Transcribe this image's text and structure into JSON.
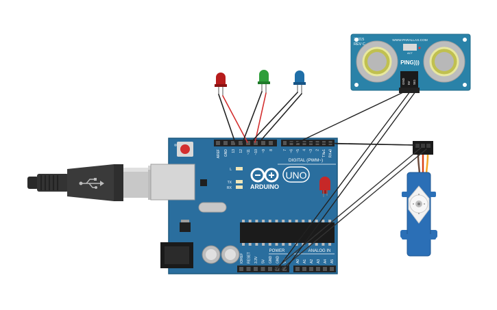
{
  "arduino": {
    "brand": "ARDUINO",
    "model": "UNO",
    "digital_label": "DIGITAL (PWM~)",
    "power_label": "POWER",
    "analog_label": "ANALOG IN",
    "digital_pins_left": [
      "AREF",
      "GND",
      "13",
      "12",
      "~11",
      "~10",
      "~9",
      "8"
    ],
    "digital_pins_right": [
      "7",
      "~6",
      "~5",
      "4",
      "~3",
      "2",
      "TX▸1",
      "RX◂0"
    ],
    "power_pins": [
      "IOREF",
      "RESET",
      "3.3V",
      "5V",
      "GND",
      "GND",
      "Vin"
    ],
    "analog_pins": [
      "A0",
      "A1",
      "A2",
      "A3",
      "A4",
      "A5"
    ],
    "led_labels": [
      "L",
      "TX",
      "RX"
    ],
    "colors": {
      "board": "#2a6e9e",
      "board_edge": "#1d587f",
      "header": "#222222",
      "chip": "#1b1b1b"
    }
  },
  "ping_sensor": {
    "model": "28015",
    "rev": "REV C",
    "url": "WWW.PARALLAX.COM",
    "brand": "PING)))",
    "act_label": "ACT",
    "pins": [
      "GND",
      "5V",
      "SIG"
    ],
    "color": "#2a82a8"
  },
  "leds": [
    {
      "name": "red",
      "color": "#b71c1c"
    },
    {
      "name": "green",
      "color": "#2e9e3a"
    },
    {
      "name": "blue",
      "color": "#1f6fa8"
    }
  ],
  "servo": {
    "color": "#2b6fb6"
  },
  "usb_cable": {
    "icon": "usb-icon"
  }
}
